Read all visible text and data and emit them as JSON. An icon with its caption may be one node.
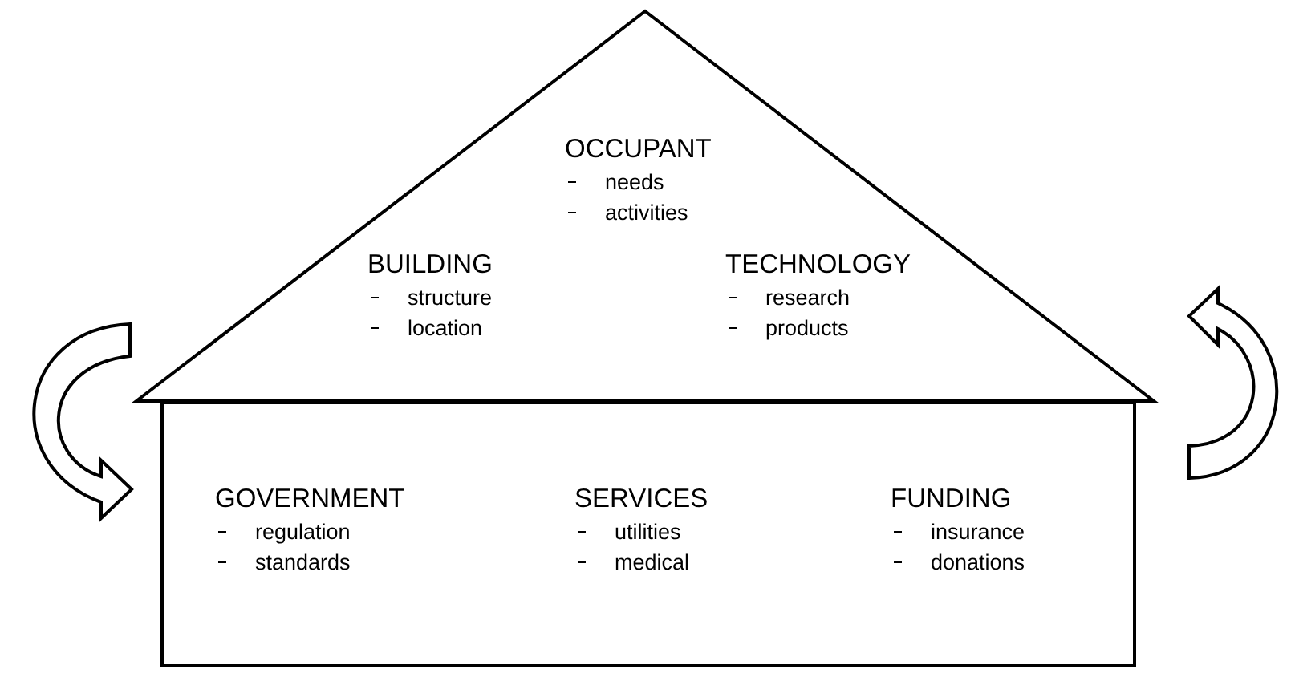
{
  "diagram": {
    "nodes": [
      {
        "text": [],
        "shape": "triangle"
      },
      {
        "text": [],
        "shape": "box"
      },
      {
        "text": [
          "OCCUPANT",
          "needs",
          "activities"
        ],
        "in": 0
      },
      {
        "text": [
          "BUILDING",
          "structure",
          "location"
        ],
        "in": 0
      },
      {
        "text": [
          "TECHNOLOGY",
          "research",
          "products"
        ],
        "in": 0
      },
      {
        "text": [
          "GOVERNMENT",
          "regulation",
          "standards"
        ],
        "in": 1
      },
      {
        "text": [
          "SERVICES",
          "utilities",
          "medical"
        ],
        "in": 1
      },
      {
        "text": [
          "FUNDING",
          "insurance",
          "donations"
        ],
        "in": 1
      }
    ],
    "edges": [
      {
        "from": 0,
        "to": 1,
        "arrow": "to"
      },
      {
        "from": 1,
        "to": 0,
        "arrow": "to"
      }
    ]
  }
}
